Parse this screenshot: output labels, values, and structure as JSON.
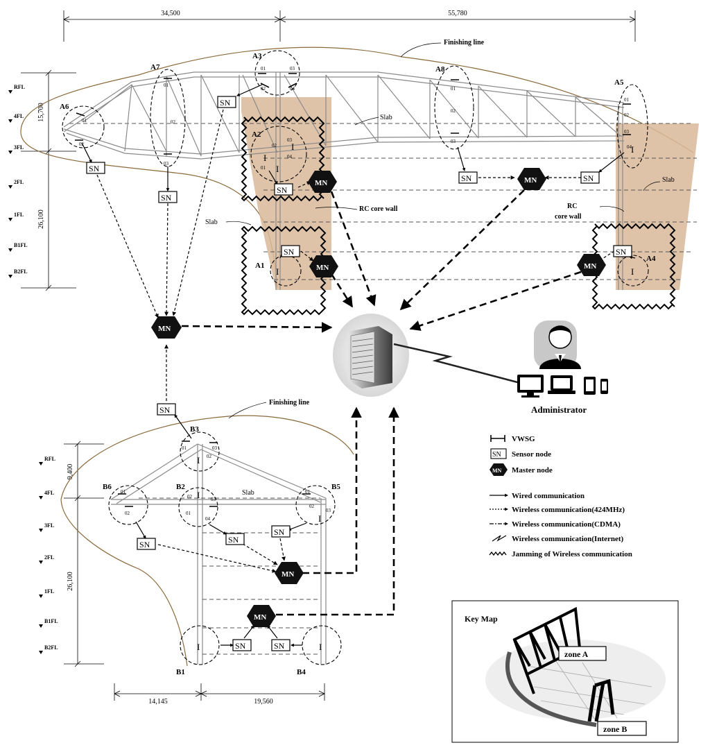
{
  "dims": {
    "top_left": "34,500",
    "top_right": "55,780",
    "a_h_upper": "15,700",
    "a_h_lower": "26,100",
    "b_h_upper": "9,400",
    "b_h_lower": "26,100",
    "bottom_left": "14,145",
    "bottom_right": "19,560"
  },
  "floors_a": [
    "RFL",
    "4FL",
    "3FL",
    "2FL",
    "1FL",
    "B1FL",
    "B2FL"
  ],
  "floors_b": [
    "RFL",
    "4FL",
    "3FL",
    "2FL",
    "1FL",
    "B1FL",
    "B2FL"
  ],
  "labels": {
    "finishing_line": "Finishing line",
    "slab": "Slab",
    "rc_core_wall": "RC core wall",
    "rc": "RC",
    "core_wall": "core wall",
    "administrator": "Administrator"
  },
  "node_labels": {
    "sn": "SN",
    "mn": "MN",
    "gauge": "I"
  },
  "clusters_a": [
    "A1",
    "A2",
    "A3",
    "A4",
    "A5",
    "A6",
    "A7",
    "A8"
  ],
  "clusters_b": [
    "B1",
    "B2",
    "B3",
    "B4",
    "B5",
    "B6"
  ],
  "gauge_ids": [
    "01",
    "02",
    "03",
    "04"
  ],
  "legend": [
    {
      "icon": "vwsg",
      "text": "VWSG"
    },
    {
      "icon": "sn",
      "text": "Sensor node"
    },
    {
      "icon": "mn",
      "text": "Master node"
    },
    {
      "icon": "wired",
      "text": "Wired communication"
    },
    {
      "icon": "w424",
      "text": "Wireless communication(424MHz)"
    },
    {
      "icon": "cdma",
      "text": "Wireless communication(CDMA)"
    },
    {
      "icon": "internet",
      "text": "Wireless communication(Internet)"
    },
    {
      "icon": "jam",
      "text": "Jamming of Wireless communication"
    }
  ],
  "keymap": {
    "title": "Key Map",
    "zone_a": "zone A",
    "zone_b": "zone B"
  },
  "colors": {
    "core": "#d9b89a",
    "finish": "#8b6a3c",
    "truss": "#9a9a9a"
  }
}
